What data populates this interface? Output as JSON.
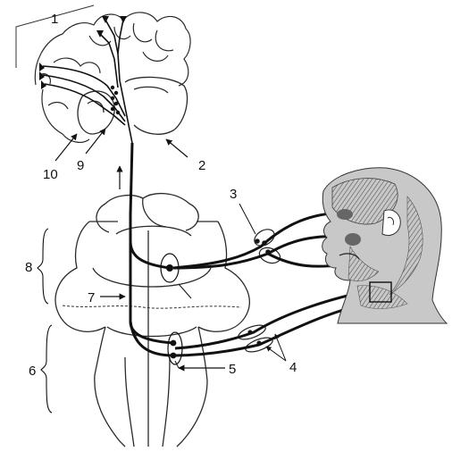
{
  "labels": {
    "l1": "1",
    "l2": "2",
    "l3": "3",
    "l4": "4",
    "l5": "5",
    "l6": "6",
    "l7": "7",
    "l8": "8",
    "l9": "9",
    "l10": "10"
  },
  "colors": {
    "ink": "#111111",
    "outline": "#2a2a2a",
    "muscle_fill": "#7a7a7a",
    "paper": "#ffffff"
  }
}
